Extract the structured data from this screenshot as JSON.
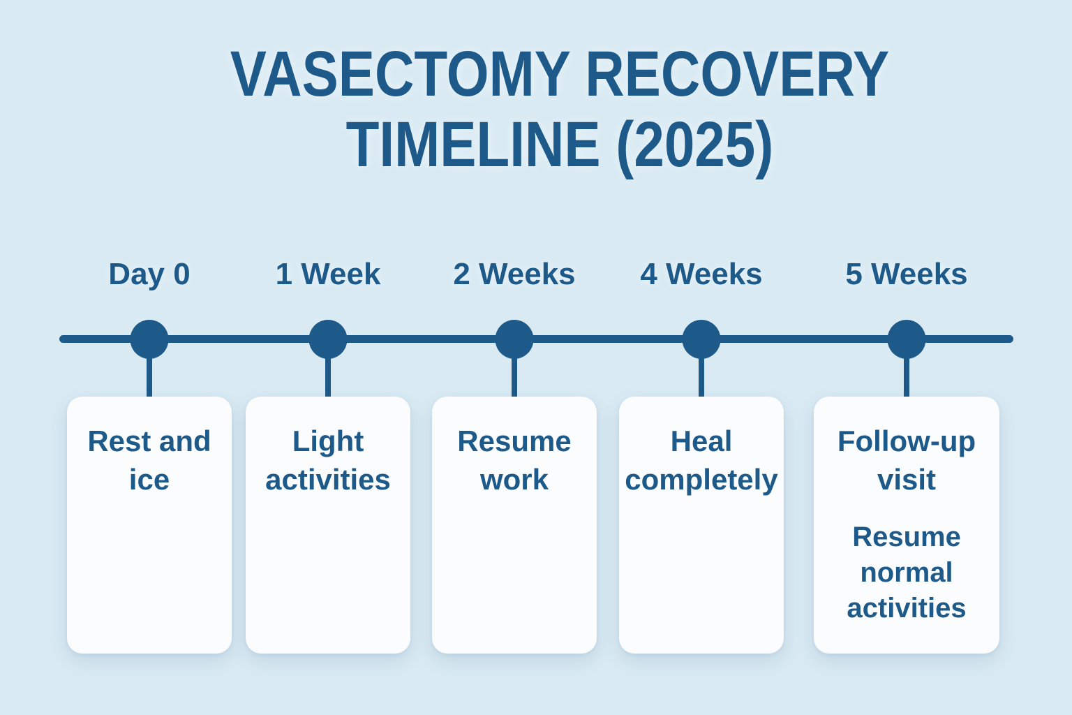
{
  "header": {
    "title_line1": "VASECTOMY RECOVERY",
    "title_line2": "TIMELINE (2025)"
  },
  "timeline": {
    "milestones": [
      {
        "label": "Day 0",
        "notes": [
          "Rest and ice"
        ]
      },
      {
        "label": "1 Week",
        "notes": [
          "Light activities"
        ]
      },
      {
        "label": "2 Weeks",
        "notes": [
          "Resume work"
        ]
      },
      {
        "label": "4 Weeks",
        "notes": [
          "Heal completely"
        ]
      },
      {
        "label": "5 Weeks",
        "notes": [
          "Follow-up visit",
          "Resume normal activities"
        ]
      }
    ]
  },
  "colors": {
    "background": "#d9eaf3",
    "accent": "#1e5a89",
    "card_background": "#fbfcfd"
  }
}
